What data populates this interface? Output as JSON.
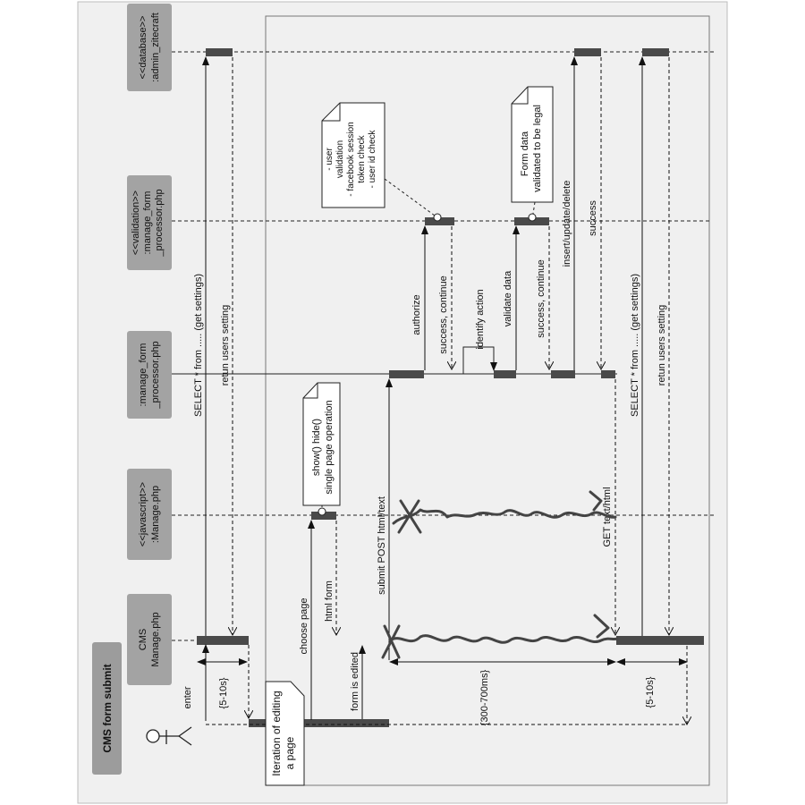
{
  "diagram": {
    "title": "CMS form submit",
    "lifelines": [
      {
        "id": "db",
        "lines": [
          "<<database>>",
          ":admin_zitecraft"
        ]
      },
      {
        "id": "val",
        "lines": [
          "<<validation>>",
          ":manage_form",
          "_processor.php"
        ]
      },
      {
        "id": "mfp",
        "lines": [
          ":manage_form",
          "_processor.php"
        ]
      },
      {
        "id": "js",
        "lines": [
          "<<javascript>>",
          ":Manage.php"
        ]
      },
      {
        "id": "cms",
        "lines": [
          "CMS",
          "Manage.php"
        ]
      }
    ],
    "notes": {
      "user_validation": [
        "- user",
        "validation",
        "- facebook session",
        "token check",
        "- user id check"
      ],
      "form_data": [
        "Form data",
        "validated to be legal"
      ],
      "show_hide": [
        "show() hide()",
        "single page operation"
      ],
      "iteration": [
        "Iteration of editing",
        "a page"
      ]
    },
    "messages": {
      "enter": "enter",
      "select1": "SELECT * from .....  (get settings)",
      "return1": "retun users setting",
      "choose_page": "choose page",
      "html_form": "html form",
      "form_edited": "form is edited",
      "submit_post": "submit  POST html/text",
      "authorize": "authorize",
      "success_continue1": "success, continue",
      "identify_action": "identify action",
      "validate_data": "validate data",
      "success_continue2": "success, continue",
      "insert_update_delete": "insert/update/delete",
      "success": "success",
      "get_text_html": "GET  text/html",
      "select2": "SELECT * from .....  (get settings)",
      "return2": "retun users setting"
    },
    "durations": {
      "d1": "{5-10s}",
      "d2": "{300-700ms}",
      "d3": "{5-10s}"
    }
  }
}
